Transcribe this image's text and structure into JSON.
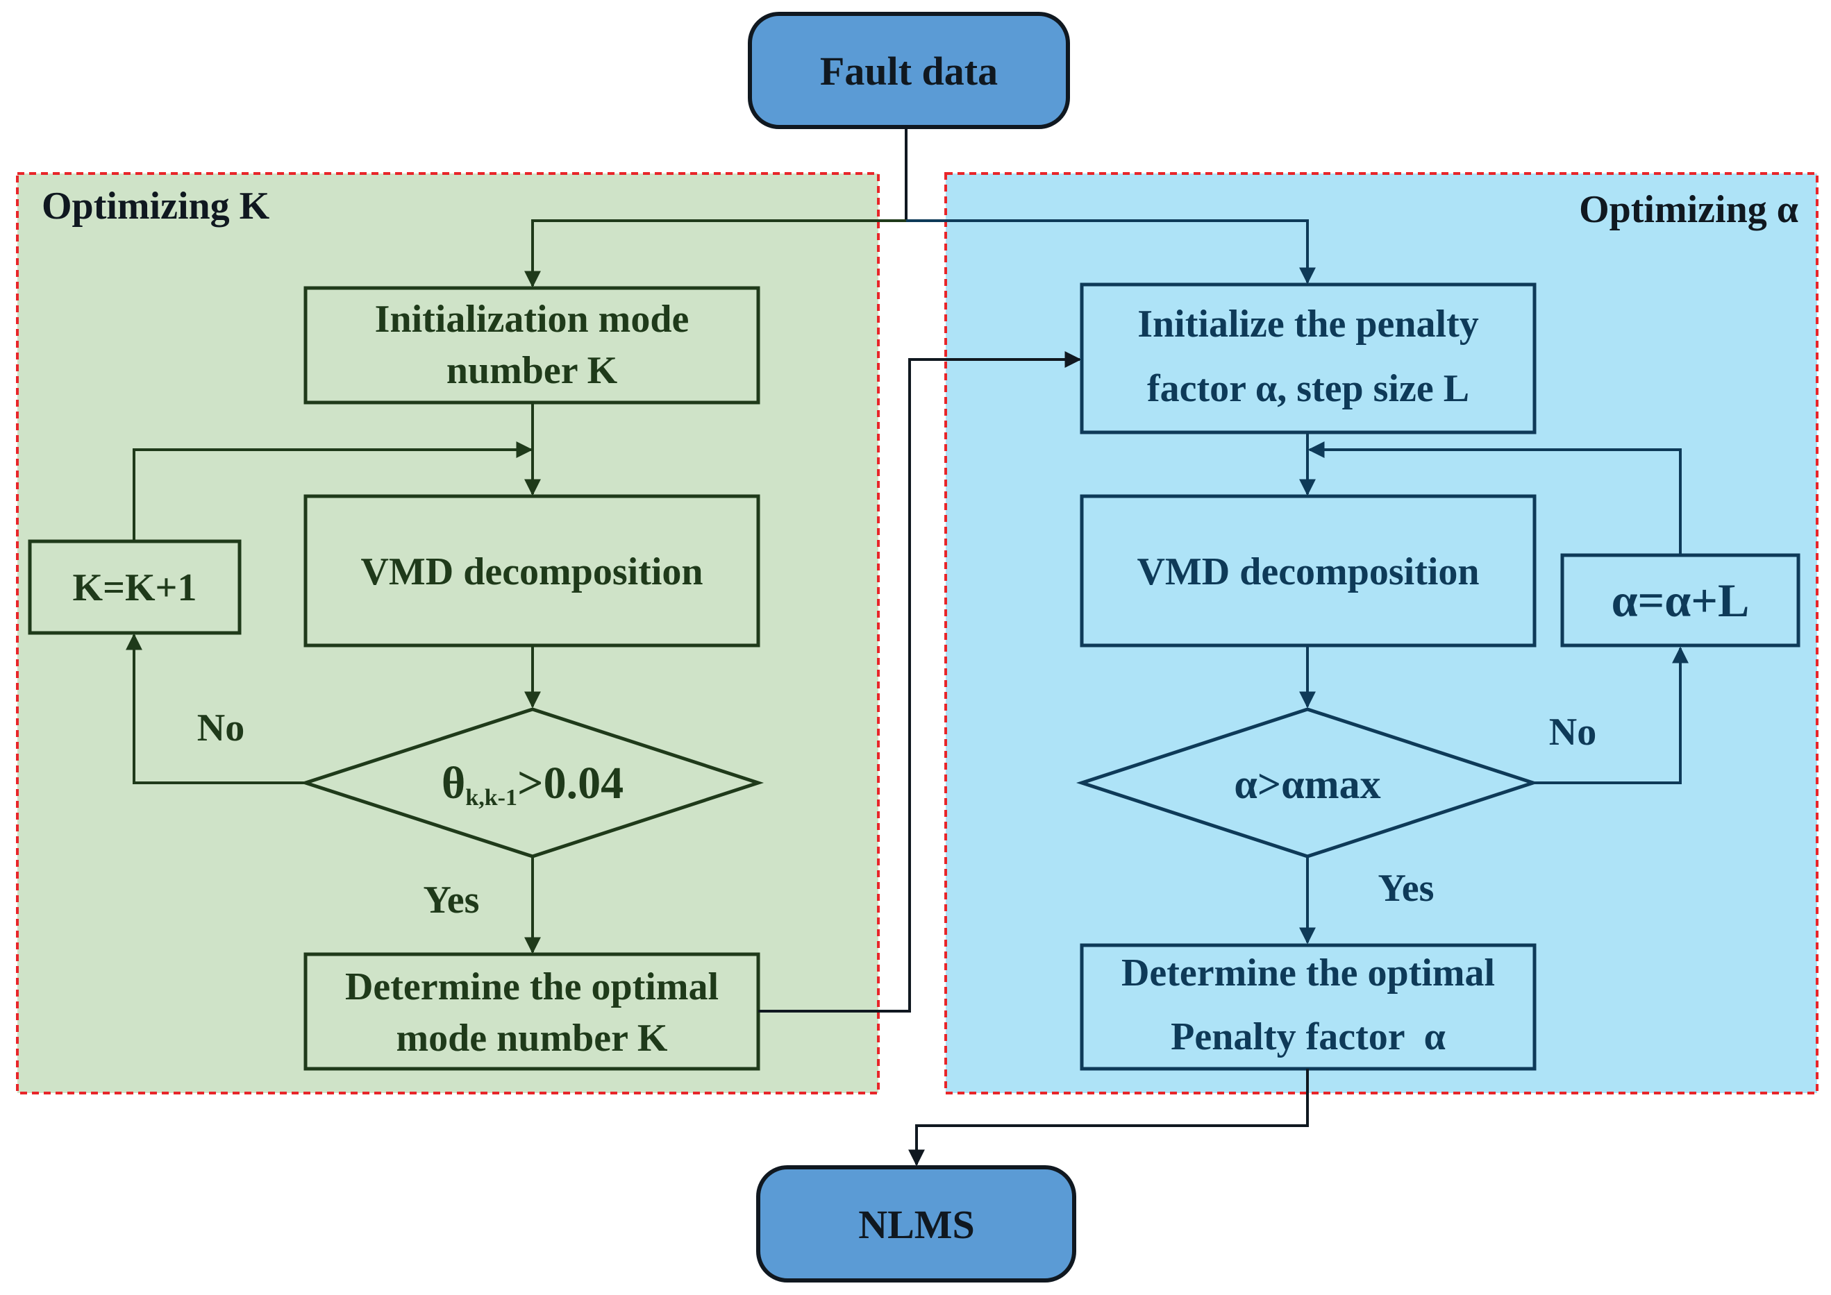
{
  "terminals": {
    "start": "Fault data",
    "end": "NLMS"
  },
  "panels": {
    "left": {
      "title": "Optimizing K",
      "init_line1": "Initialization mode",
      "init_line2": "number K",
      "vmd": "VMD decomposition",
      "update": "K=K+1",
      "cond_main": "θ",
      "cond_sub": "k,k-1",
      "cond_rest": ">0.04",
      "no": "No",
      "yes": "Yes",
      "result_line1": "Determine the optimal",
      "result_line2": "mode number K"
    },
    "right": {
      "title": "Optimizing α",
      "init_line1": "Initialize the penalty",
      "init_line2": "factor α, step size L",
      "vmd": "VMD decomposition",
      "update": "α=α+L",
      "cond": "α>αmax",
      "no": "No",
      "yes": "Yes",
      "result_line1": "Determine the optimal",
      "result_line2": "Penalty factor  α"
    }
  },
  "colors": {
    "left_panel_fill": "#cfe3c8",
    "right_panel_fill": "#aee3f7",
    "panel_border": "#e8262a",
    "terminal_fill": "#5b9bd5",
    "left_stroke": "#1f3a1a",
    "right_stroke": "#0e3a58"
  }
}
